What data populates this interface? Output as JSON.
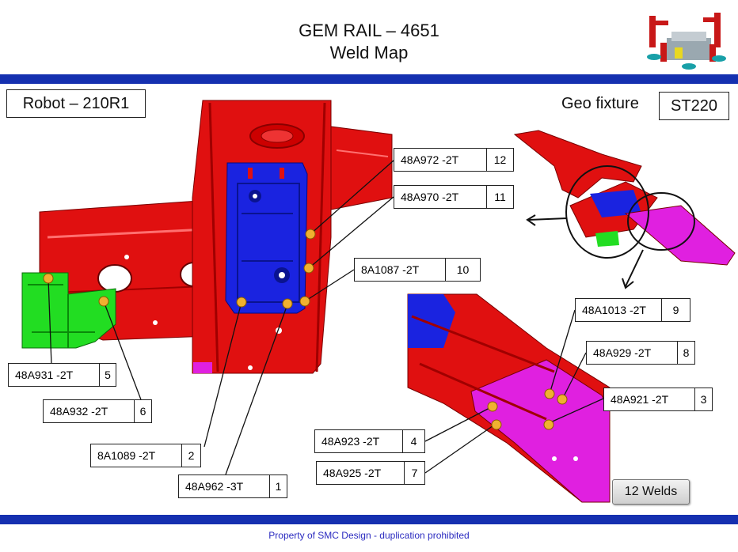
{
  "header": {
    "title_line1": "GEM RAIL – 4651",
    "title_line2": "Weld Map"
  },
  "robot": {
    "label": "Robot – 210R1"
  },
  "fixture": {
    "label": "Geo fixture",
    "station": "ST220"
  },
  "welds_badge": "12 Welds",
  "footer": "Property of SMC Design - duplication prohibited",
  "colors": {
    "band": "#1530b0",
    "rail_red": "#e01010",
    "panel_blue": "#1a23e0",
    "bracket_green": "#22dd22",
    "rail_magenta": "#e020e0",
    "weld_dot": "#f0b030"
  },
  "callouts": [
    {
      "code": "48A972 -2T",
      "num": "12"
    },
    {
      "code": "48A970 -2T",
      "num": "11"
    },
    {
      "code": "8A1087 -2T",
      "num": "10"
    },
    {
      "code": "48A931 -2T",
      "num": "5"
    },
    {
      "code": "48A932 -2T",
      "num": "6"
    },
    {
      "code": "8A1089 -2T",
      "num": "2"
    },
    {
      "code": "48A962 -3T",
      "num": "1"
    },
    {
      "code": "48A1013 -2T",
      "num": "9"
    },
    {
      "code": "48A929 -2T",
      "num": "8"
    },
    {
      "code": "48A921 -2T",
      "num": "3"
    },
    {
      "code": "48A923 -2T",
      "num": "4"
    },
    {
      "code": "48A925 -2T",
      "num": "7"
    }
  ]
}
